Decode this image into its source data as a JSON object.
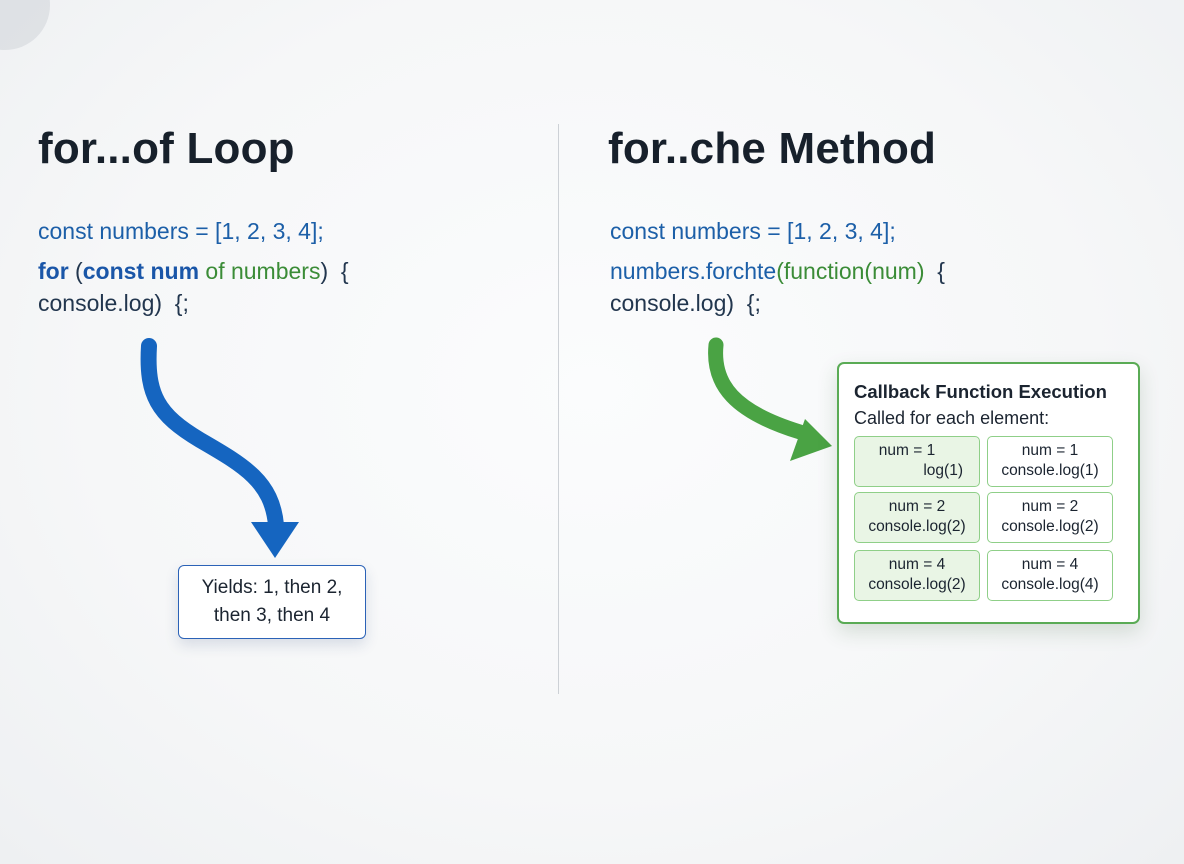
{
  "left": {
    "title": "for...of Loop",
    "code": {
      "line1": "const numbers = [1, 2, 3, 4];",
      "line2": {
        "kw": "for",
        "open": " (",
        "decl": "const num",
        "of": " of numbers",
        "close": ")  {"
      },
      "line3": "console.log)  {;"
    },
    "yields": {
      "line1": "Yields: 1, then 2,",
      "line2": "then 3, then 4"
    }
  },
  "right": {
    "title": "for..che Method",
    "code": {
      "line1": "const numbers = [1, 2, 3, 4];",
      "line2": {
        "obj": "numbers.forchte",
        "fn": "(function(num)",
        "close": "  {"
      },
      "line3": "console.log)  {;"
    },
    "callback": {
      "title": "Callback Function Execution",
      "subtitle": "Called for each element:",
      "cells": [
        {
          "num": "num = 1",
          "call": "log(1)"
        },
        {
          "num": "num = 1",
          "call": "console.log(1)"
        },
        {
          "num": "num = 2",
          "call": "console.log(2)"
        },
        {
          "num": "num = 2",
          "call": "console.log(2)"
        },
        {
          "num": "num = 4",
          "call": "console.log(2)"
        },
        {
          "num": "num = 4",
          "call": "console.log(4)"
        }
      ]
    }
  },
  "colors": {
    "loop_blue": "#1565c0",
    "method_green": "#4aa344",
    "title_dark": "#17202b"
  }
}
